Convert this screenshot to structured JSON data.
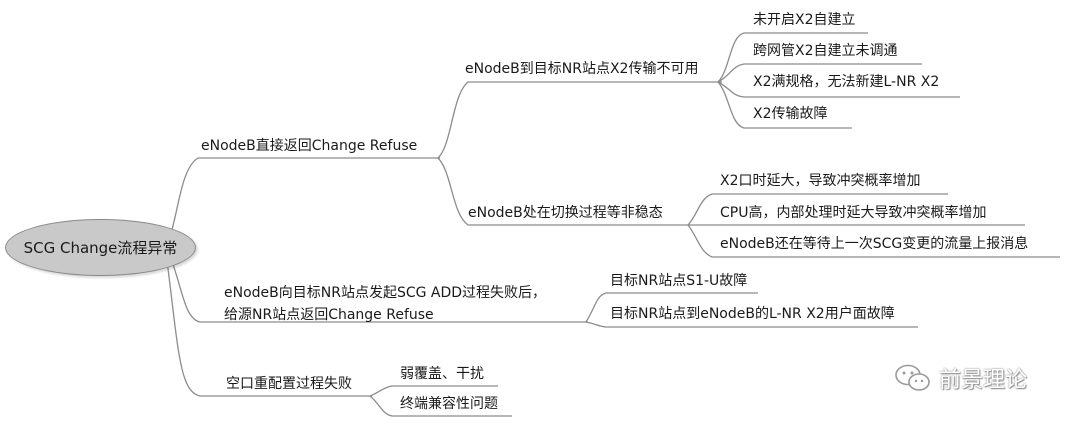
{
  "root": {
    "label": "SCG Change流程异常"
  },
  "branches": [
    {
      "label": "eNodeB直接返回Change Refuse",
      "children": [
        {
          "label": "eNodeB到目标NR站点X2传输不可用",
          "children": [
            {
              "label": "未开启X2自建立"
            },
            {
              "label": "跨网管X2自建立未调通"
            },
            {
              "label": "X2满规格，无法新建L-NR X2"
            },
            {
              "label": "X2传输故障"
            }
          ]
        },
        {
          "label": "eNodeB处在切换过程等非稳态",
          "children": [
            {
              "label": "X2口时延大，导致冲突概率增加"
            },
            {
              "label": "CPU高，内部处理时延大导致冲突概率增加"
            },
            {
              "label": "eNodeB还在等待上一次SCG变更的流量上报消息"
            }
          ]
        }
      ]
    },
    {
      "label_lines": [
        "eNodeB向目标NR站点发起SCG ADD过程失败后，",
        "给源NR站点返回Change Refuse"
      ],
      "children": [
        {
          "label": "目标NR站点S1-U故障"
        },
        {
          "label": "目标NR站点到eNodeB的L-NR X2用户面故障"
        }
      ]
    },
    {
      "label": "空口重配置过程失败",
      "children": [
        {
          "label": "弱覆盖、干扰"
        },
        {
          "label": "终端兼容性问题"
        }
      ]
    }
  ],
  "watermark": {
    "text": "前景理论",
    "icon": "wechat-icon"
  },
  "colors": {
    "line": "#8c8c8c",
    "root_fill": "#c9c9c9"
  }
}
